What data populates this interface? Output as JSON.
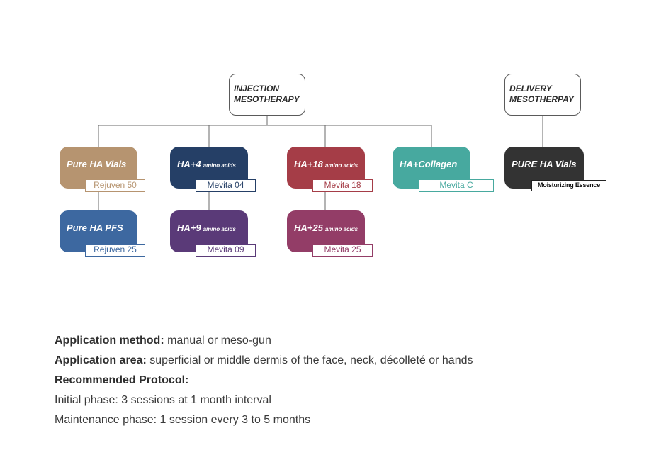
{
  "roots": {
    "injection": [
      "INJECTION",
      "MESOTHERAPY"
    ],
    "delivery": [
      "DELIVERY",
      "MESOTHERPAY"
    ]
  },
  "products": {
    "pure_ha_vials": {
      "name": "Pure HA Vials",
      "suffix": "",
      "tag": "Rejuven 50",
      "color": "#b69470"
    },
    "pure_ha_pfs": {
      "name": "Pure HA PFS",
      "suffix": "",
      "tag": "Rejuven 25",
      "color": "#3d68a0"
    },
    "ha4": {
      "name": "HA+4",
      "suffix": "amino acids",
      "tag": "Mevita 04",
      "color": "#253f66"
    },
    "ha9": {
      "name": "HA+9",
      "suffix": "amino acids",
      "tag": "Mevita 09",
      "color": "#5a3a78"
    },
    "ha18": {
      "name": "HA+18",
      "suffix": "amino acids",
      "tag": "Mevita 18",
      "color": "#a53d47"
    },
    "ha25": {
      "name": "HA+25",
      "suffix": "amino acids",
      "tag": "Mevita 25",
      "color": "#933d67"
    },
    "ha_collagen": {
      "name": "HA+Collagen",
      "suffix": "",
      "tag": "Mevita C",
      "color": "#47a99f"
    },
    "pure_ha_vials_delivery": {
      "name": "PURE HA Vials",
      "suffix": "",
      "tag": "Moisturizing Essence",
      "color": "#333333"
    }
  },
  "info": {
    "method_label": "Application method:",
    "method_value": " manual or meso-gun",
    "area_label": "Application area:",
    "area_value": " superficial or middle dermis of the face, neck, décolleté or hands",
    "protocol_label": "Recommended Protocol:",
    "initial": "Initial phase: 3 sessions at 1 month interval",
    "maintenance": "Maintenance phase: 1 session every 3 to 5 months"
  }
}
